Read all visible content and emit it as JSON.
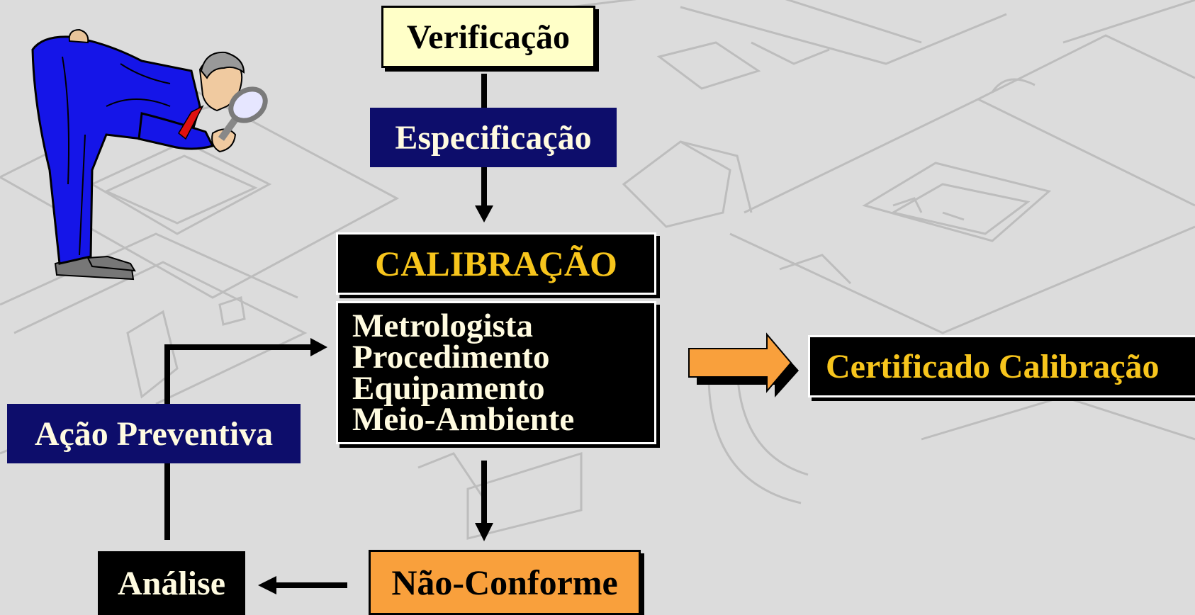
{
  "nodes": {
    "verificacao": "Verificação",
    "especificacao": "Especificação",
    "calibracao": "CALIBRAÇÃO",
    "factors": [
      "Metrologista",
      "Procedimento",
      "Equipamento",
      "Meio-Ambiente"
    ],
    "certificado": "Certificado Calibração",
    "acao_preventiva": "Ação Preventiva",
    "analise": "Análise",
    "nao_conforme": "Não-Conforme"
  },
  "colors": {
    "background": "#dcdcdc",
    "navy_box": "#0d0d6b",
    "gold_text": "#f7c51c",
    "cream": "#ffffc8",
    "orange": "#f9a03c",
    "suit_blue": "#1515e8"
  },
  "icons": {
    "illustration": "man-with-magnifying-glass",
    "flow_arrow": "orange-block-arrow-right"
  }
}
